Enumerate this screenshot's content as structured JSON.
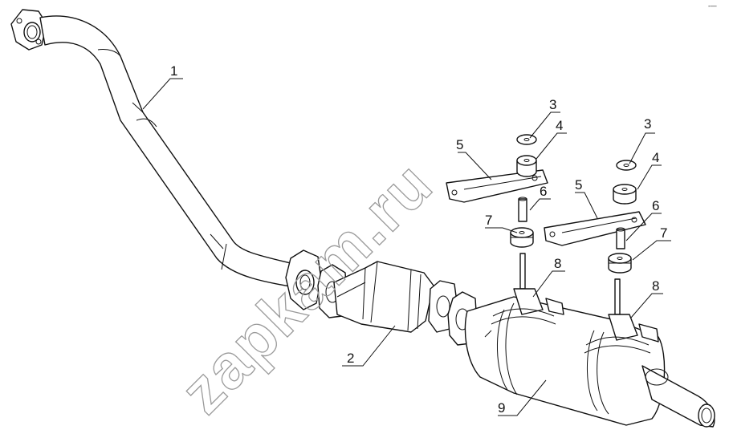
{
  "watermark": "zapkam.ru",
  "corner_mark": "-—",
  "callouts": {
    "c1": "1",
    "c2": "2",
    "c3a": "3",
    "c3b": "3",
    "c4a": "4",
    "c4b": "4",
    "c5a": "5",
    "c5b": "5",
    "c6a": "6",
    "c6b": "6",
    "c7a": "7",
    "c7b": "7",
    "c8a": "8",
    "c8b": "8",
    "c9": "9"
  }
}
